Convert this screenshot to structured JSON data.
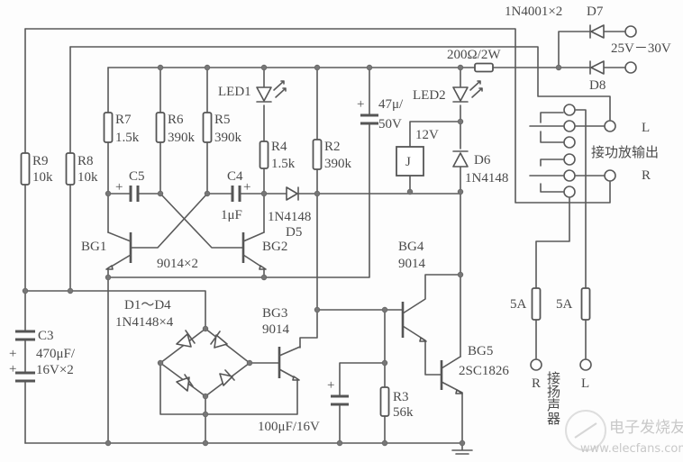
{
  "title": "Speaker protection circuit schematic",
  "resistors": {
    "R9": {
      "ref": "R9",
      "value": "10k"
    },
    "R8": {
      "ref": "R8",
      "value": "10k"
    },
    "R7": {
      "ref": "R7",
      "value": "1.5k"
    },
    "R6": {
      "ref": "R6",
      "value": "390k"
    },
    "R5": {
      "ref": "R5",
      "value": "390k"
    },
    "R4": {
      "ref": "R4",
      "value": "1.5k"
    },
    "R2": {
      "ref": "R2",
      "value": "390k"
    },
    "R3": {
      "ref": "R3",
      "value": "56k"
    },
    "Rpower": {
      "value": "200Ω/2W"
    }
  },
  "capacitors": {
    "C5": {
      "ref": "C5"
    },
    "C4": {
      "ref": "C4",
      "value": "1μF"
    },
    "C3": {
      "ref": "C3",
      "value_line1": "470μF/",
      "value_line2": "16V×2"
    },
    "Cbase": {
      "value": "100μF/16V"
    },
    "Cfilter": {
      "value_line1": "47μ/",
      "value_line2": "50V"
    },
    "plus": "+"
  },
  "leds": {
    "LED1": "LED1",
    "LED2": "LED2"
  },
  "diodes": {
    "D5": {
      "part": "1N4148",
      "ref": "D5"
    },
    "D6": {
      "ref": "D6",
      "part": "1N4148"
    },
    "bridge": {
      "ref": "D1～D4",
      "part": "1N4148×4"
    },
    "D7": "D7",
    "D8": "D8",
    "rectifier_part": "1N4001×2"
  },
  "transistors": {
    "BG1": "BG1",
    "BG2": "BG2",
    "pair_part": "9014×2",
    "BG3": {
      "ref": "BG3",
      "part": "9014"
    },
    "BG4": {
      "ref": "BG4",
      "part": "9014"
    },
    "BG5": {
      "ref": "BG5",
      "part": "2SC1826"
    }
  },
  "relay": {
    "ref": "J",
    "voltage": "12V"
  },
  "supply": {
    "voltage": "25V－30V"
  },
  "amp_input": {
    "left": "L",
    "label": "接功放输出",
    "right": "R"
  },
  "fuses": {
    "right": "5A",
    "left": "5A"
  },
  "speaker_output": {
    "right": "R",
    "label": "接扬声器",
    "left": "L"
  },
  "watermark": {
    "brand": "电子发烧友",
    "url": "www.elecfans.com"
  }
}
